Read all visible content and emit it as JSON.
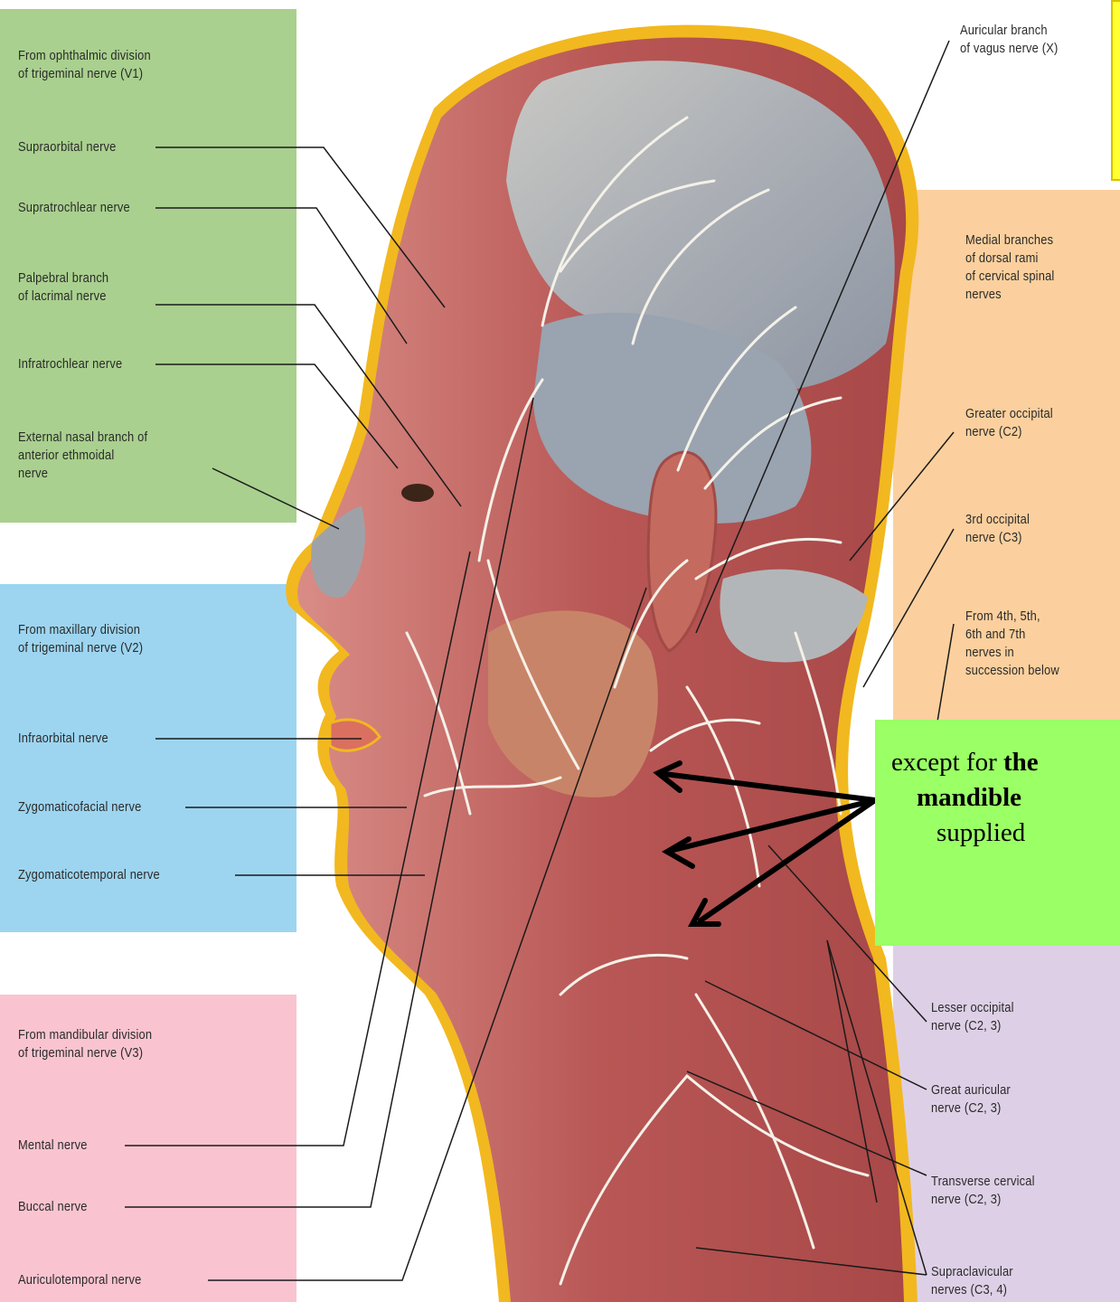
{
  "colors": {
    "ophthalmic_panel": "#a9d08e",
    "maxillary_panel": "#9dd5f0",
    "mandibular_panel": "#f9c4d0",
    "dorsal_panel": "#fbd09e",
    "cervical_panel": "#ddd0e6",
    "callout_bg": "#9bff66",
    "highlight_box": "#ffff33",
    "skin": "#c96c6c",
    "fat_outline": "#f2b81f",
    "nerve": "#f4f1e8"
  },
  "left_labels": {
    "ophthalmic_header": "From ophthalmic division\nof trigeminal nerve (V1)",
    "supraorbital": "Supraorbital nerve",
    "supratrochlear": "Supratrochlear nerve",
    "palpebral": "Palpebral branch\nof lacrimal nerve",
    "infratrochlear": "Infratrochlear nerve",
    "external_nasal": "External nasal branch of\nanterior ethmoidal\nnerve",
    "maxillary_header": "From maxillary division\nof trigeminal nerve (V2)",
    "infraorbital": "Infraorbital nerve",
    "zygomaticofacial": "Zygomaticofacial nerve",
    "zygomaticotemporal": "Zygomaticotemporal nerve",
    "mandibular_header": "From mandibular division\nof trigeminal nerve (V3)",
    "mental": "Mental nerve",
    "buccal": "Buccal nerve",
    "auriculotemporal": "Auriculotemporal nerve"
  },
  "right_labels": {
    "auricular_vagus": "Auricular branch\nof vagus nerve (X)",
    "medial_dorsal": "Medial branches\nof dorsal rami\nof cervical spinal\nnerves",
    "greater_occipital": "Greater occipital\nnerve (C2)",
    "third_occipital": "3rd occipital\nnerve (C3)",
    "fourth_seventh": "From 4th, 5th,\n6th and 7th\nnerves in\nsuccession below",
    "lesser_occipital": "Lesser occipital\nnerve (C2, 3)",
    "great_auricular": "Great auricular\nnerve (C2, 3)",
    "transverse_cervical": "Transverse cervical\nnerve (C2, 3)",
    "supraclavicular": "Supraclavicular\nnerves (C3, 4)"
  },
  "callout": {
    "line1_prefix": "except for ",
    "line1_bold": "the",
    "line2_bold": "mandible",
    "line3": "supplied"
  }
}
